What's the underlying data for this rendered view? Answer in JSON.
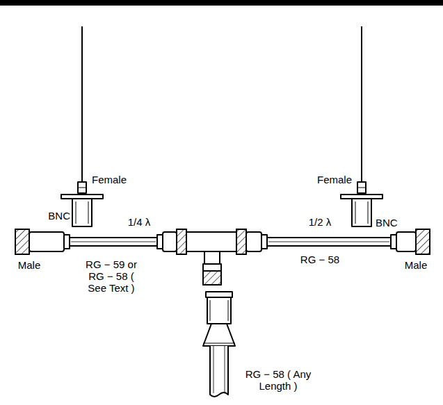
{
  "diagram": {
    "labels": [
      "Female",
      "Female",
      "BNC",
      "1/4 λ",
      "1/2 λ",
      "BNC",
      "Male",
      "RG − 59 or RG − 58 ( See Text )",
      "RG − 58",
      "Male",
      "RG − 58 ( Any Length )"
    ]
  }
}
